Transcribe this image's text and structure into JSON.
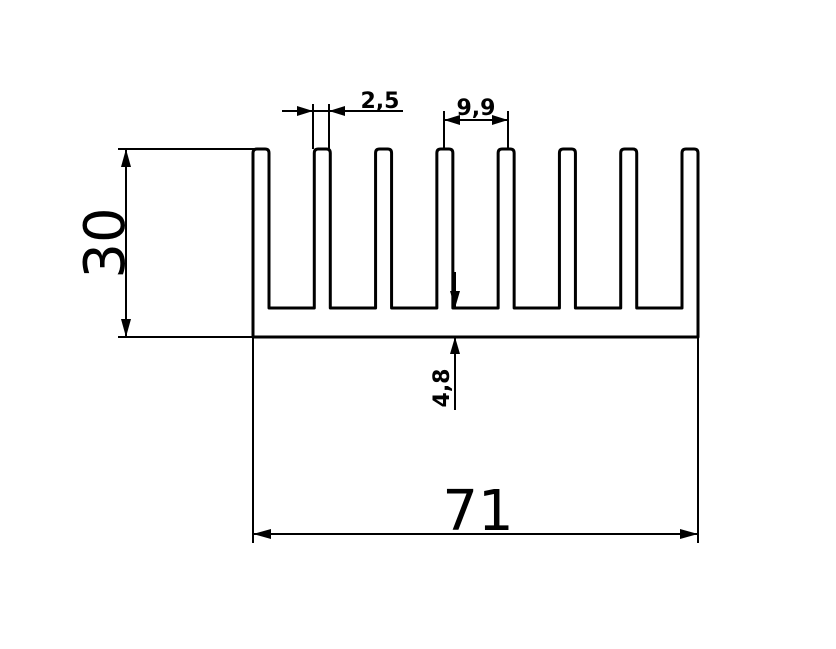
{
  "drawing": {
    "dimensions": {
      "overall_width": "71",
      "overall_height": "30",
      "fin_thickness": "2,5",
      "fin_pitch": "9,9",
      "base_thickness": "4,8"
    },
    "fin_count": 8,
    "line_color": "#000000",
    "background_color": "#ffffff"
  }
}
